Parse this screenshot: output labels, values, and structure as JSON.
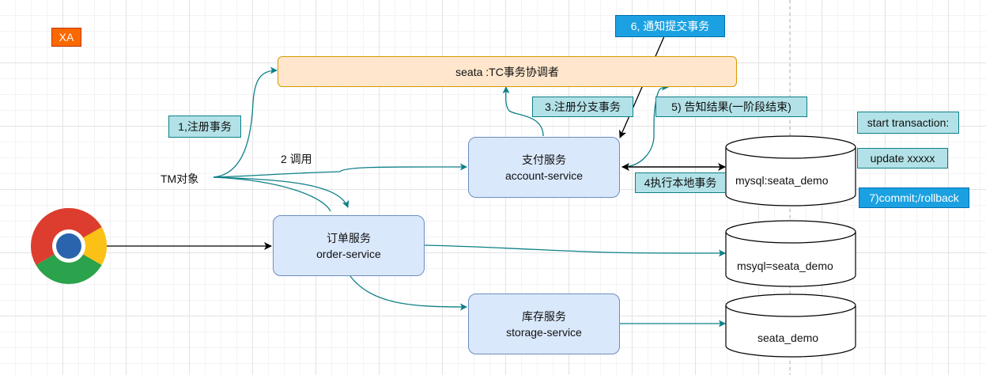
{
  "badge": {
    "text": "XA",
    "color": "#fa6800"
  },
  "coordinator": {
    "label": "seata :TC事务协调者",
    "fill": "#ffe6cc",
    "stroke": "#d79b00"
  },
  "notify_commit": "6, 通知提交事务",
  "services": {
    "account": {
      "name": "支付服务",
      "id": "account-service"
    },
    "order": {
      "name": "订单服务",
      "id": "order-service"
    },
    "storage": {
      "name": "库存服务",
      "id": "storage-service"
    }
  },
  "steps": {
    "register_tx": "1,注册事务",
    "invoke": "2 调用",
    "register_branch": "3.注册分支事务",
    "exec_local": "4执行本地事务",
    "report_result": "5) 告知结果(一阶段结束)"
  },
  "tm_label": "TM对象",
  "databases": {
    "account_db": "mysql:seata_demo",
    "order_db": "msyql=seata_demo",
    "storage_db": "seata_demo"
  },
  "sql": {
    "start": "start transaction:",
    "update": "update xxxxx",
    "commit": "7)commit;/rollback"
  },
  "icons": {
    "browser": "chrome-browser-icon"
  },
  "colors": {
    "arrow_teal": "#0e8088",
    "service_fill": "#dae8fc",
    "service_stroke": "#6c8ebf",
    "tag_fill": "#b2e1e7",
    "blue_fill": "#1ba1e2"
  }
}
